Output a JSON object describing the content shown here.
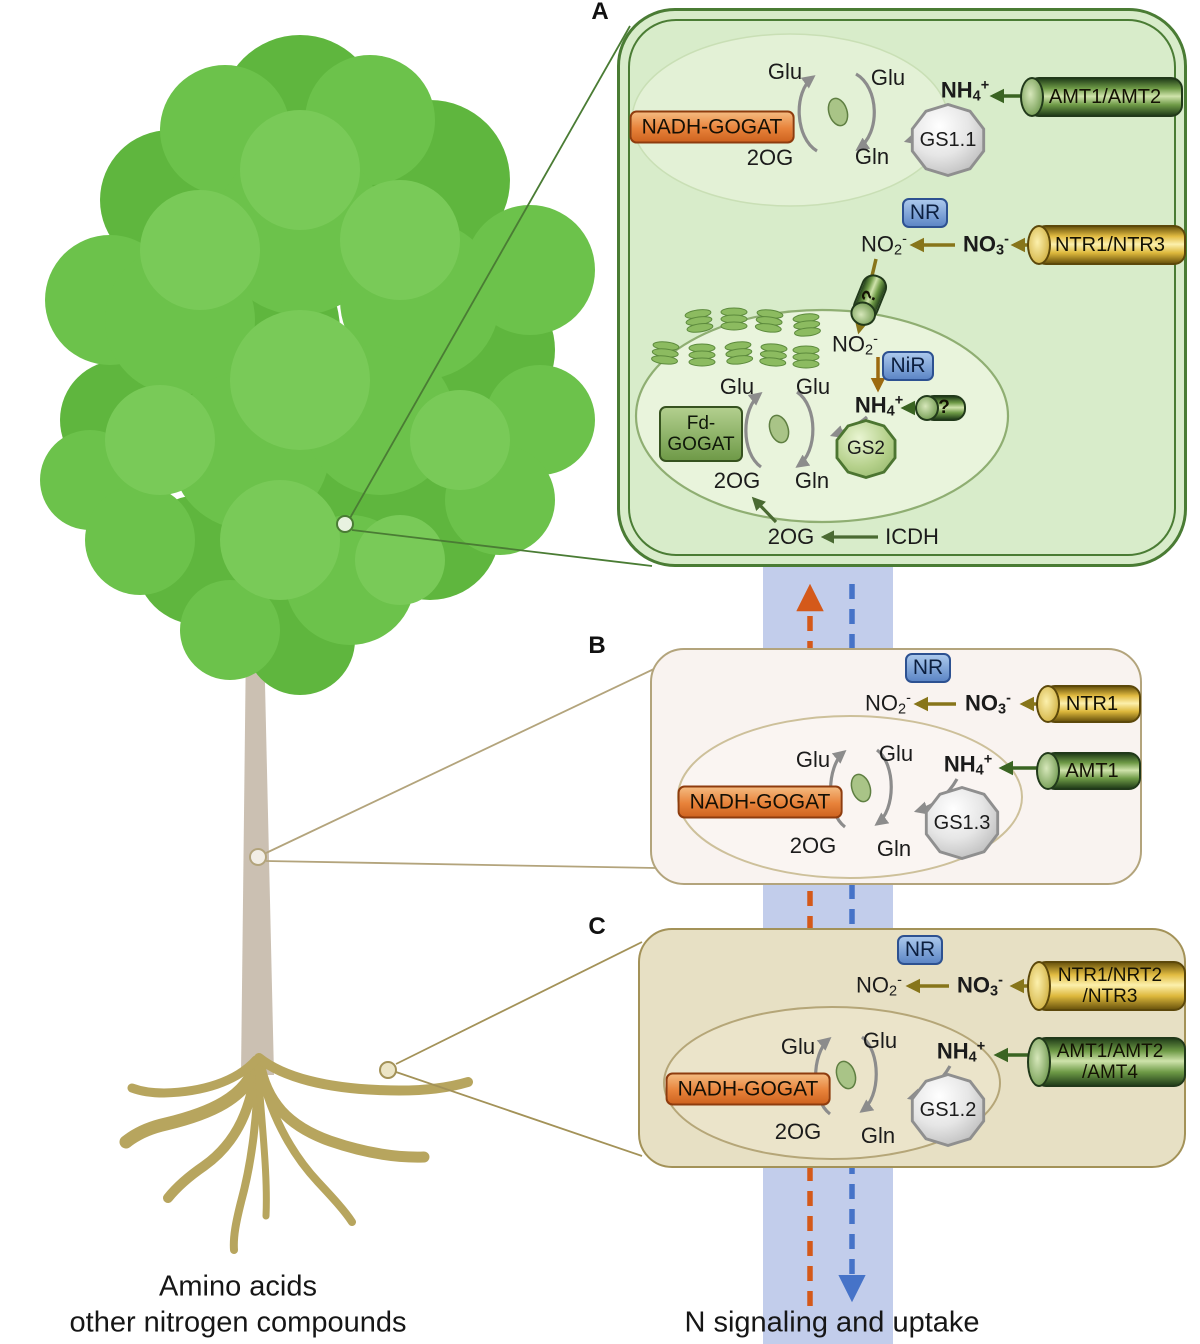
{
  "panel_labels": {
    "a": "A",
    "b": "B",
    "c": "C"
  },
  "metabolites": {
    "glu": "Glu",
    "gln": "Gln",
    "og2": "2OG"
  },
  "chem": {
    "nh4": {
      "base": "NH",
      "sub": "4",
      "sup": "+"
    },
    "no2": {
      "base": "NO",
      "sub": "2",
      "sup": "-"
    },
    "no3": {
      "base": "NO",
      "sub": "3",
      "sup": "-"
    }
  },
  "enzymes": {
    "nadh_gogat": "NADH-GOGAT",
    "nr": "NR",
    "nir": "NiR",
    "gs11": "GS1.1",
    "gs2": "GS2",
    "gs13": "GS1.3",
    "gs12": "GS1.2",
    "fd_gogat": [
      "Fd-",
      "GOGAT"
    ],
    "icdh": "ICDH"
  },
  "transporters": {
    "amt_leaf": "AMT1/AMT2",
    "ntr_leaf": "NTR1/NTR3",
    "ntr_stem": "NTR1",
    "amt_stem": "AMT1",
    "ntr_root": [
      "NTR1/NRT2",
      "/NTR3"
    ],
    "amt_root": [
      "AMT1/AMT2",
      "/AMT4"
    ],
    "unknown": "?"
  },
  "footer": {
    "left_line1": "Amino acids",
    "left_line2": "other nitrogen compounds",
    "right": "N signaling and uptake"
  },
  "colors": {
    "leaf_panel": "#d8ecca",
    "leaf_border": "#4a7c34",
    "stem_panel": "#f9f3f0",
    "stem_border": "#b3a47c",
    "root_panel": "#e7e0c4",
    "root_border": "#a39258",
    "band": "#c2cdeb",
    "signal_up": "#d4591a",
    "signal_down": "#4673c8",
    "canopy": "#68bd45",
    "trunk": "#c8bcae",
    "roots": "#b7a55e"
  }
}
